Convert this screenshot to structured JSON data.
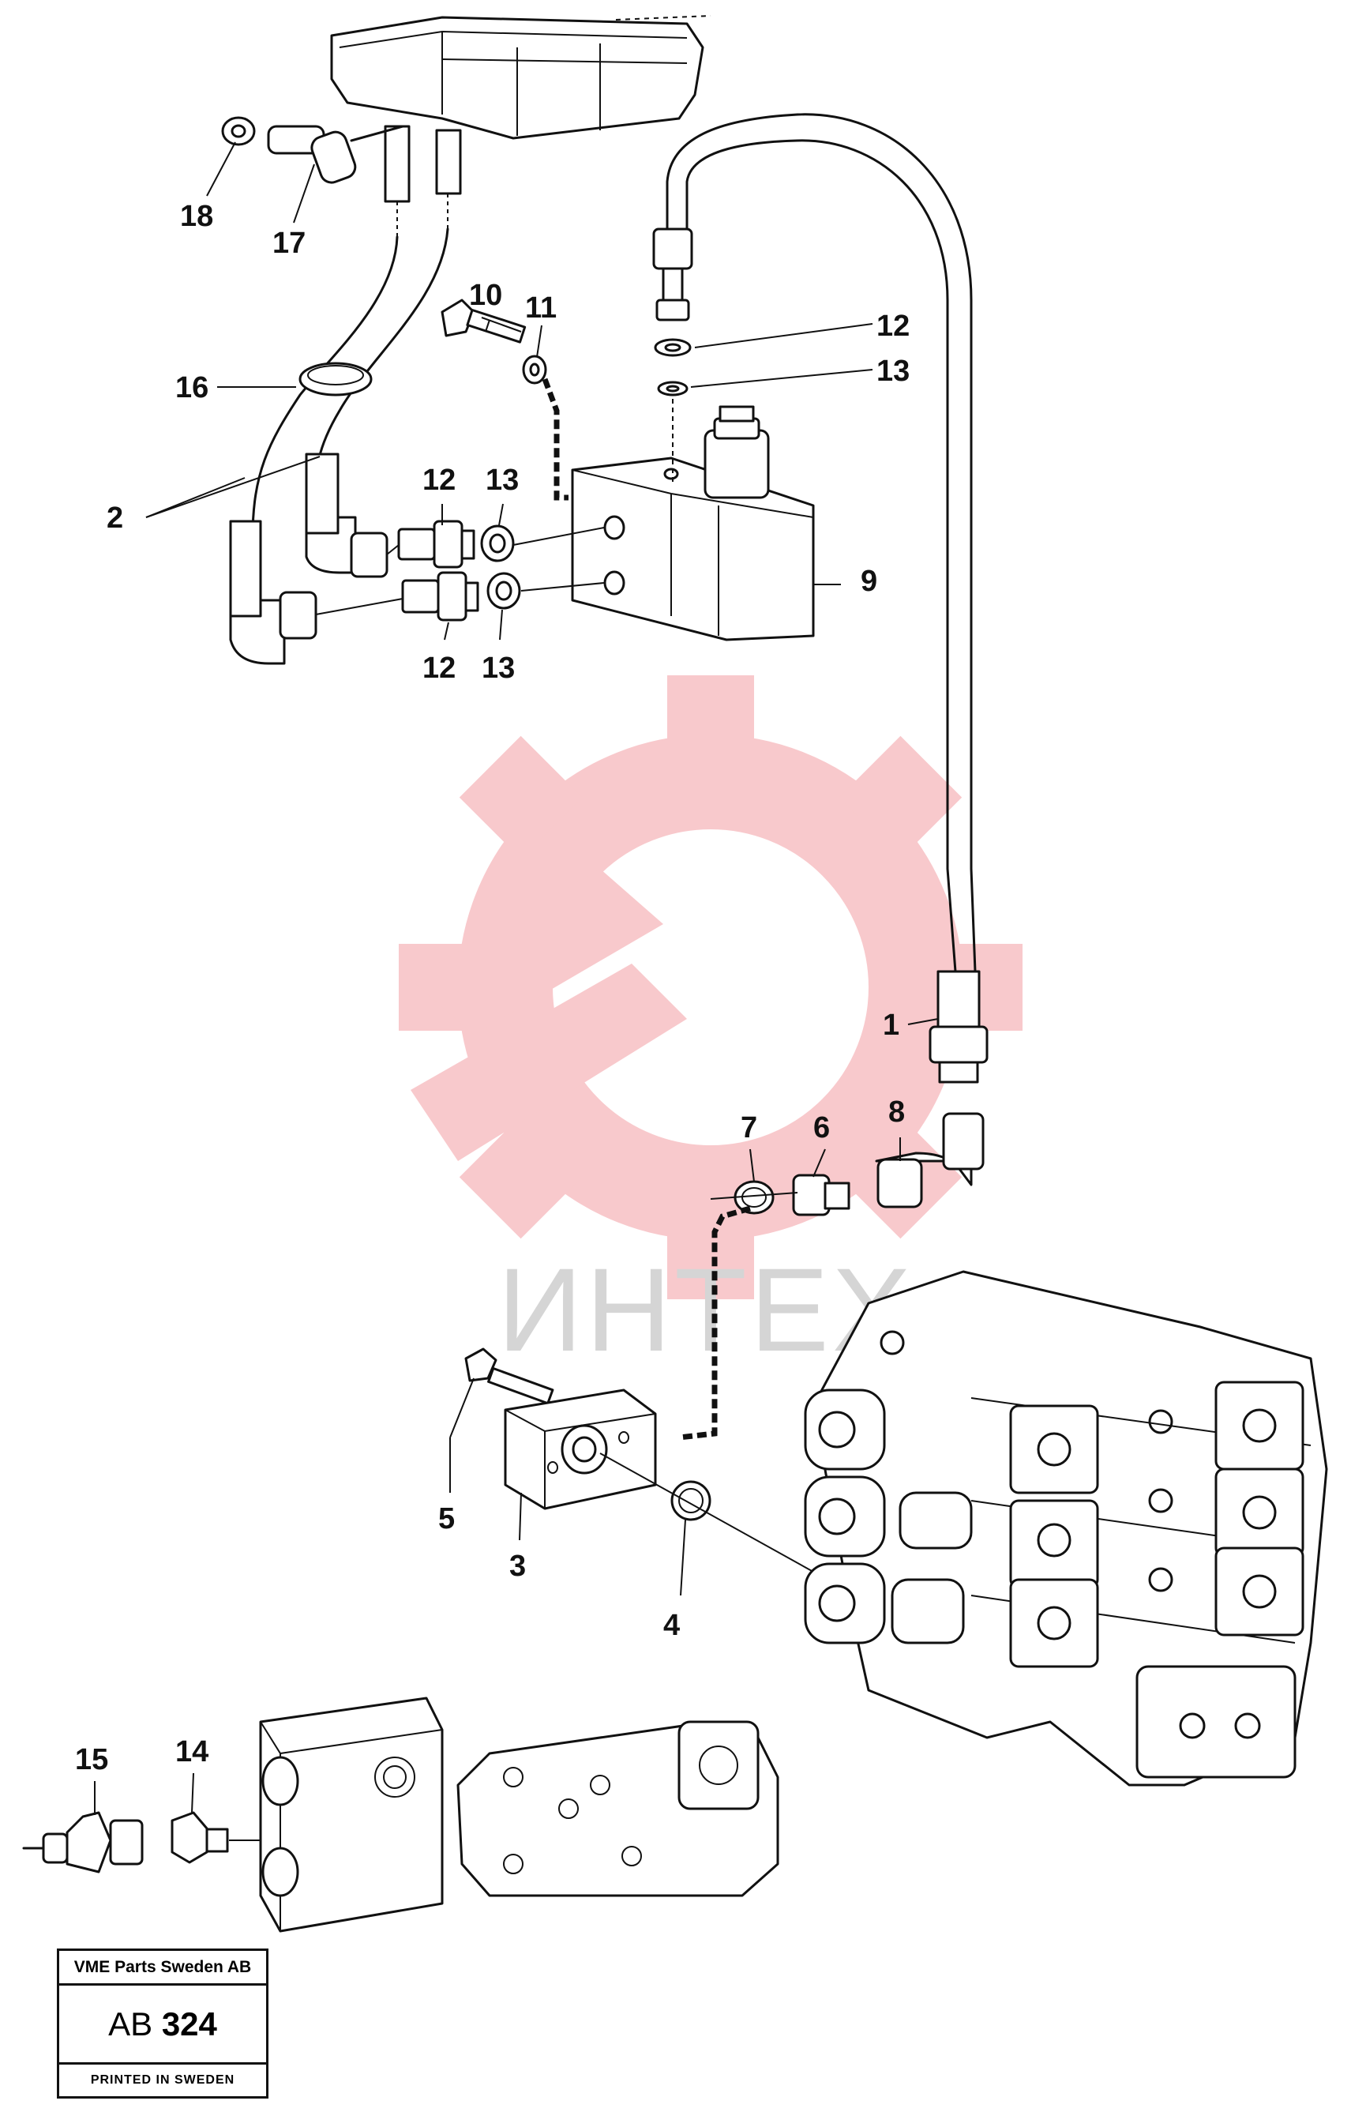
{
  "watermark": {
    "text": "ИНТЕХ",
    "color": "#e8404a"
  },
  "callouts": [
    {
      "id": "18",
      "label": "18"
    },
    {
      "id": "17",
      "label": "17"
    },
    {
      "id": "10",
      "label": "10"
    },
    {
      "id": "11",
      "label": "11"
    },
    {
      "id": "12a",
      "label": "12"
    },
    {
      "id": "13a",
      "label": "13"
    },
    {
      "id": "16",
      "label": "16"
    },
    {
      "id": "2",
      "label": "2"
    },
    {
      "id": "12b",
      "label": "12"
    },
    {
      "id": "13b",
      "label": "13"
    },
    {
      "id": "9",
      "label": "9"
    },
    {
      "id": "12c",
      "label": "12"
    },
    {
      "id": "13c",
      "label": "13"
    },
    {
      "id": "1",
      "label": "1"
    },
    {
      "id": "7",
      "label": "7"
    },
    {
      "id": "6",
      "label": "6"
    },
    {
      "id": "8",
      "label": "8"
    },
    {
      "id": "5",
      "label": "5"
    },
    {
      "id": "3",
      "label": "3"
    },
    {
      "id": "4",
      "label": "4"
    },
    {
      "id": "15",
      "label": "15"
    },
    {
      "id": "14",
      "label": "14"
    }
  ],
  "title_block": {
    "company": "VME Parts Sweden AB",
    "drawing_prefix": "AB",
    "drawing_number": "324",
    "printed": "PRINTED IN SWEDEN"
  }
}
